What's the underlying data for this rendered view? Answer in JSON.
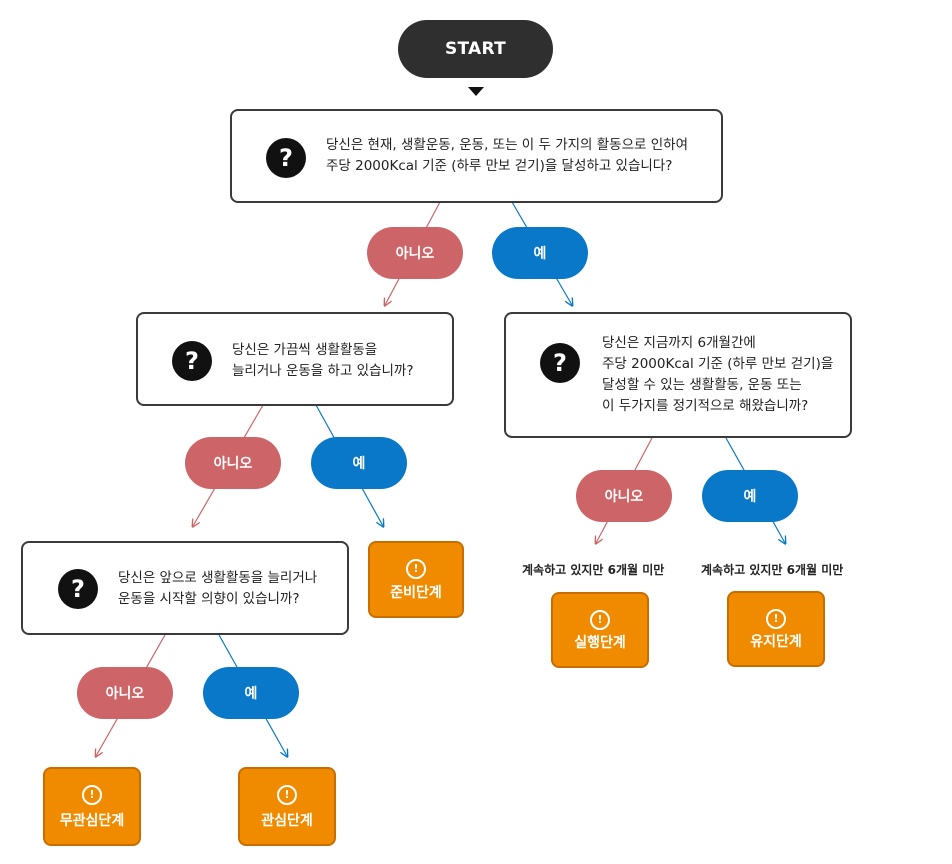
{
  "start": {
    "label": "START"
  },
  "q1": {
    "icon": "question-icon",
    "lines": [
      "당신은 현재, 생활운동, 운동, 또는 이 두 가지의 활동으로 인하여",
      "주당 2000Kcal 기준 (하루 만보 걷기)을 달성하고 있습니다?"
    ]
  },
  "q2": {
    "icon": "question-icon",
    "lines": [
      "당신은 가끔씩 생활활동을",
      "늘리거나 운동을 하고 있습니까?"
    ]
  },
  "q3": {
    "icon": "question-icon",
    "lines": [
      "당신은 지금까지 6개월간에",
      "주당 2000Kcal 기준 (하루 만보 걷기)을",
      "달성할 수 있는 생활활동, 운동 또는",
      "이 두가지를 정기적으로 해왔습니까?"
    ]
  },
  "q4": {
    "icon": "question-icon",
    "lines": [
      "당신은 앞으로 생활활동을 늘리거나",
      "운동을 시작할 의향이 있습니까?"
    ]
  },
  "answers": {
    "no": "아니오",
    "yes": "예"
  },
  "results": {
    "preparation": "준비단계",
    "action": "실행단계",
    "maintenance": "유지단계",
    "precontemplation": "무관심단계",
    "contemplation": "관심단계",
    "icon_glyph": "!"
  },
  "notes": {
    "action_note": "계속하고 있지만 6개월 미만",
    "maintenance_note": "계속하고 있지만 6개월 미만"
  },
  "colors": {
    "no_pill": "#cd6468",
    "yes_pill": "#0a78c8",
    "result_box": "#f08b00",
    "start": "#2f2f2f"
  }
}
